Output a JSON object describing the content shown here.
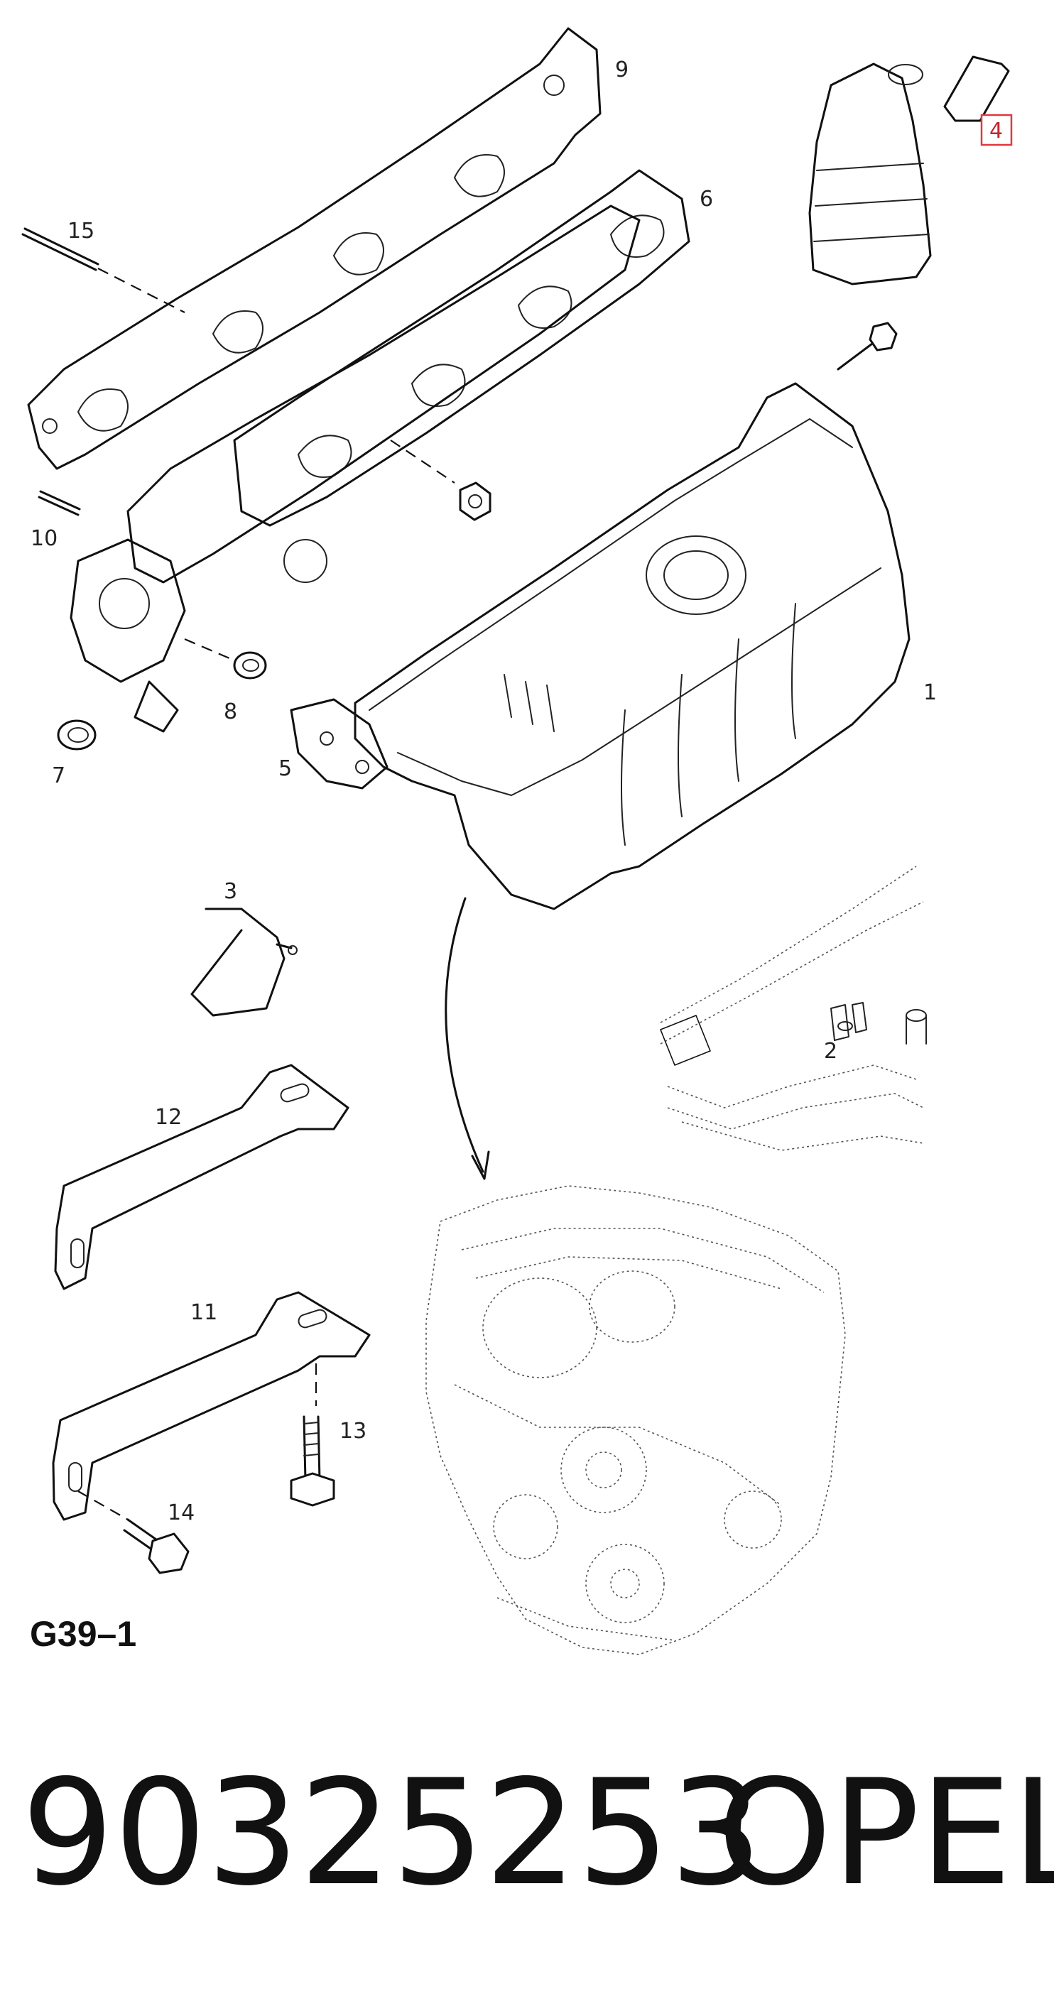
{
  "figure_code": "G39–1",
  "part_number": "90325253",
  "brand": "OPEL",
  "callouts": [
    {
      "key": "c1",
      "label": "1"
    },
    {
      "key": "c2",
      "label": "2"
    },
    {
      "key": "c3",
      "label": "3"
    },
    {
      "key": "c4",
      "label": "4",
      "highlighted": true
    },
    {
      "key": "c5",
      "label": "5"
    },
    {
      "key": "c6",
      "label": "6"
    },
    {
      "key": "c7",
      "label": "7"
    },
    {
      "key": "c8",
      "label": "8"
    },
    {
      "key": "c9",
      "label": "9"
    },
    {
      "key": "c10",
      "label": "10"
    },
    {
      "key": "c11",
      "label": "11"
    },
    {
      "key": "c12",
      "label": "12"
    },
    {
      "key": "c13",
      "label": "13"
    },
    {
      "key": "c14",
      "label": "14"
    },
    {
      "key": "c15",
      "label": "15"
    }
  ],
  "colors": {
    "highlight": "#e0383f",
    "ink": "#111111",
    "background": "#ffffff"
  }
}
